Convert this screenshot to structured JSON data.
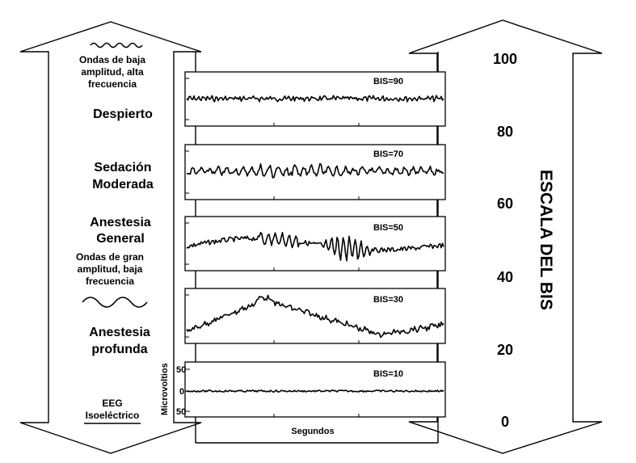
{
  "left_arrow": {
    "top_wave_icon": "small-fast-wave-icon",
    "low_amp_label": [
      "Ondas de baja",
      "amplitud, alta",
      "frecuencia"
    ],
    "states": [
      {
        "label": [
          "Despierto"
        ]
      },
      {
        "label": [
          "Sedación",
          "Moderada"
        ]
      },
      {
        "label": [
          "Anestesia",
          "General"
        ]
      },
      {
        "label": [
          "Anestesia",
          "profunda"
        ]
      },
      {
        "label": [
          "EEG",
          "Isoeléctrico"
        ]
      }
    ],
    "high_amp_label": [
      "Ondas de gran",
      "amplitud, baja",
      "frecuencia"
    ],
    "bottom_wave_icon": "large-slow-wave-icon"
  },
  "eeg_panels": [
    {
      "bis_label": "BIS=90",
      "bis": 90
    },
    {
      "bis_label": "BIS=70",
      "bis": 70
    },
    {
      "bis_label": "BIS=50",
      "bis": 50
    },
    {
      "bis_label": "BIS=30",
      "bis": 30
    },
    {
      "bis_label": "BIS=10",
      "bis": 10
    }
  ],
  "y_axis": {
    "label": "Microvoltios",
    "ticks": [
      "50",
      "0",
      "50"
    ]
  },
  "x_axis": {
    "label": "Segundos"
  },
  "bis_scale": {
    "title": "ESCALA DEL BIS",
    "ticks": [
      "100",
      "80",
      "60",
      "40",
      "20",
      "0"
    ]
  }
}
